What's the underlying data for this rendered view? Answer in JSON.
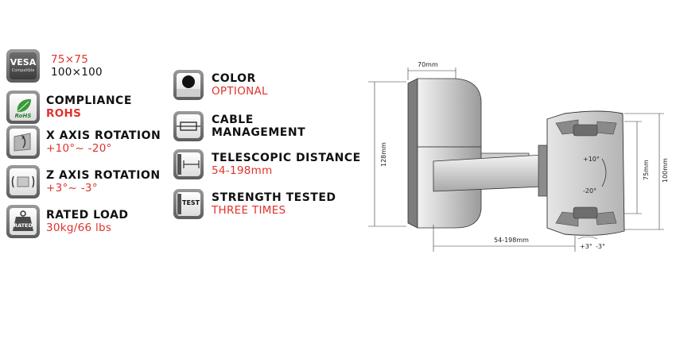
{
  "specs": {
    "vesa": {
      "icon": "vesa-icon",
      "icon_text": "VESA",
      "icon_subtext": "Compatible",
      "line1": "75×75",
      "line2": "100×100"
    },
    "compliance": {
      "icon": "rohs-leaf-icon",
      "icon_text": "RoHS",
      "title": "COMPLIANCE",
      "value": "ROHS"
    },
    "x_axis": {
      "icon": "x-rotation-icon",
      "title": "X AXIS ROTATION",
      "value": "+10°~ -20°"
    },
    "z_axis": {
      "icon": "z-rotation-icon",
      "title": "Z AXIS ROTATION",
      "value": "+3°~ -3°"
    },
    "rated_load": {
      "icon": "rated-weight-icon",
      "icon_text": "RATED",
      "title": "RATED LOAD",
      "value": "30kg/66 lbs"
    },
    "color": {
      "icon": "color-swatch-icon",
      "title": "COLOR",
      "value": "OPTIONAL"
    },
    "cable": {
      "icon": "cable-management-icon",
      "title_line1": "CABLE",
      "title_line2": "MANAGEMENT"
    },
    "telescopic": {
      "icon": "telescopic-icon",
      "title": "TELESCOPIC DISTANCE",
      "value": "54-198mm"
    },
    "strength": {
      "icon": "strength-test-icon",
      "icon_text": "TEST",
      "title": "STRENGTH TESTED",
      "value": "THREE TIMES"
    }
  },
  "diagram": {
    "width_label": "70mm",
    "height_label": "128mm",
    "extend_label": "54-198mm",
    "vesa_small_label": "75mm",
    "vesa_large_label": "100mm",
    "tilt_up_label": "+10°",
    "tilt_down_label": "-20°",
    "swivel_left_label": "+3°",
    "swivel_right_label": "-3°"
  },
  "colors": {
    "accent_red": "#e0322b",
    "text_dark": "#111111"
  }
}
